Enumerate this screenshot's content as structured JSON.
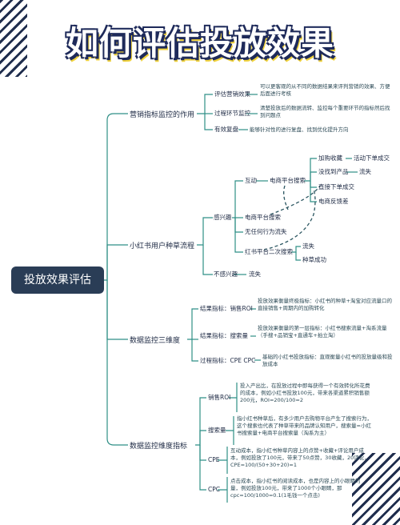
{
  "title": "如何评估投放效果",
  "root": "投放效果评估",
  "branches": {
    "b1": {
      "label": "营销指标监控的作用",
      "items": [
        {
          "label": "评估营销效果",
          "desc": "可以更客观的从不同的数据结果来评判营销的效果、方便后面进行考核"
        },
        {
          "label": "过程环节监控",
          "desc": "清楚投放后的数据流转、监控每个重要环节的指标然后找到问题点"
        },
        {
          "label": "有效复盘",
          "desc": "能够针对性的进行复盘、找到优化提升方向"
        }
      ]
    },
    "b2": {
      "label": "小红书用户种草流程",
      "interest": "感兴趣",
      "no_interest": "不感兴趣",
      "interact": "互动",
      "search1": "电商平台搜索",
      "search2": "电商平台搜索",
      "browse": "无任何行为流失",
      "xhs_search": "红书平台二次搜索",
      "lost1": "流失",
      "lost2": "流失",
      "lost3": "流失",
      "grass": "种草成功",
      "cart": "加购收藏",
      "activity": "活动下单成交",
      "no_product": "没找到产品",
      "direct": "直接下单成交",
      "feedback": "电商反馈差"
    },
    "b3": {
      "label": "数据监控三维度",
      "items": [
        {
          "label": "结果指标：销售ROI",
          "desc": "投放效果衡量终极指标：小红书的种草+淘宝对应流量口的直接销售+周期内的加购转化"
        },
        {
          "label": "结果指标：搜索量",
          "desc": "投放效果衡量的第一层指标：小红书搜索流量+淘系流量（手搜+品销宝+直通车+拍立淘）"
        },
        {
          "label": "过程指标：CPE CPC",
          "desc": "基础的小红书投放指标：直观衡量小红书的投放量级和投放成本"
        }
      ]
    },
    "b4": {
      "label": "数据监控维度指标",
      "items": [
        {
          "label": "销售ROI",
          "desc": "投入产出比，在投放过程中即每获得一个有效转化所花费的成本，例如小红书投放100元，带来各渠道累积销售额200元，ROI=200/100=2"
        },
        {
          "label": "搜索量",
          "desc": "指小红书种草后，有多少用户去购物平台产生了搜索行为，这个搜索也代表了种草带来的品牌认知用户，搜索量=小红书搜索量+电商平台搜索量（淘系为主）"
        },
        {
          "label": "CPE",
          "desc": "互动成本，指小红书种草内容上的点赞+收藏+评论用户成本，例如投放了100元，带来了50点赞，30收藏，20评论，CPE=100/(50+30+20)=1"
        },
        {
          "label": "CPC",
          "desc": "点击成本，指小红书的阅读成本，也是内容上的小眼睛的量，例如投放100元，带来了1000个小眼睛，那cpc=100/1000=0.1(1毛钱一个点击)"
        }
      ]
    }
  }
}
